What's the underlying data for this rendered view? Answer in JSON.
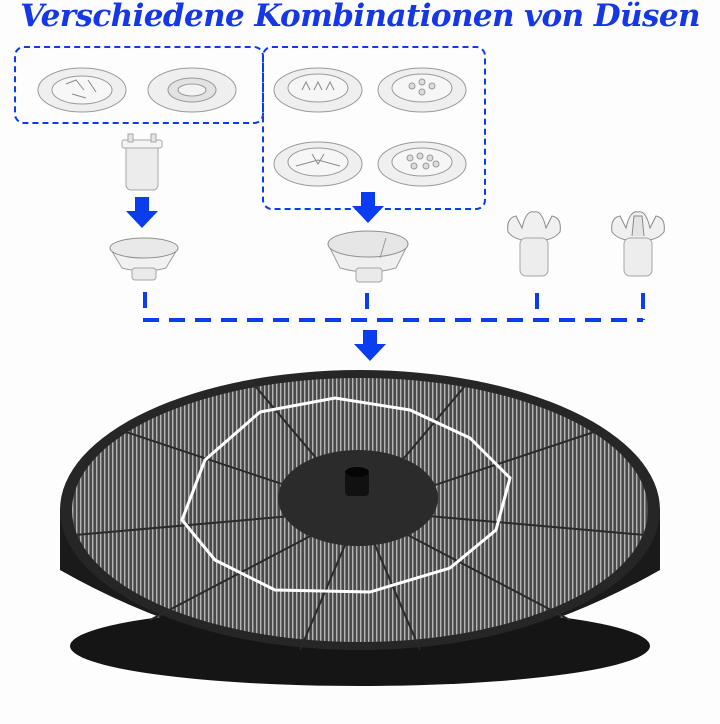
{
  "title": "Verschiedene Kombinationen von Düsen",
  "colors": {
    "accent": "#0a3cf0",
    "title": "#1637e6",
    "pump_body": "#1c1c1c",
    "panel": "#5c5c5c",
    "nozzle": "#e6e6e6"
  },
  "groups": {
    "group_a": {
      "label": "nozzle-group-2-flower-sprayers",
      "count": 2
    },
    "group_b": {
      "label": "nozzle-group-4-flower-sprayers",
      "count": 4
    }
  },
  "components": [
    {
      "name": "flower-sprayer-1"
    },
    {
      "name": "flower-sprayer-2"
    },
    {
      "name": "flower-sprayer-3"
    },
    {
      "name": "flower-sprayer-4"
    },
    {
      "name": "flower-sprayer-5"
    },
    {
      "name": "flower-sprayer-6"
    },
    {
      "name": "extension-tube"
    },
    {
      "name": "fixer-cup-small"
    },
    {
      "name": "fixer-cup-large"
    },
    {
      "name": "tulip-nozzle-1"
    },
    {
      "name": "tulip-nozzle-2"
    },
    {
      "name": "solar-fountain-pump"
    }
  ]
}
